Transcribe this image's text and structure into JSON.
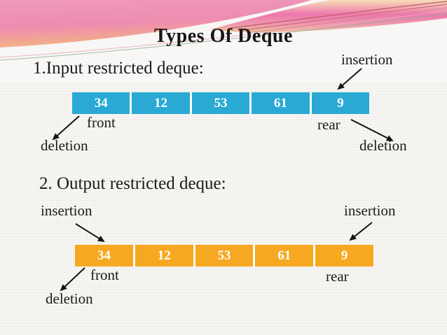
{
  "slide": {
    "title": "Types Of Deque",
    "section1": {
      "heading": "1.Input restricted deque:",
      "insertion_label": "insertion",
      "front_label": "front",
      "rear_label": "rear",
      "deletion_left_label": "deletion",
      "deletion_right_label": "deletion",
      "deque": {
        "values": [
          "34",
          "12",
          "53",
          "61",
          "9"
        ],
        "color": "#29a9d4"
      }
    },
    "section2": {
      "heading": "2. Output restricted deque:",
      "insertion_left_label": "insertion",
      "insertion_right_label": "insertion",
      "front_label": "front",
      "rear_label": "rear",
      "deletion_label": "deletion",
      "deque": {
        "values": [
          "34",
          "12",
          "53",
          "61",
          "9"
        ],
        "color": "#f6a821"
      }
    },
    "colors": {
      "deque1_blue": "#29a9d4",
      "deque2_orange": "#f6a821",
      "text": "#1b1b1b",
      "background": "#f7f6f3",
      "wave_pink": "#ee8cb0",
      "wave_peach": "#f3b67f",
      "wave_cream": "#f7ddb7",
      "wave_hot_pink": "#ee77ad"
    }
  }
}
